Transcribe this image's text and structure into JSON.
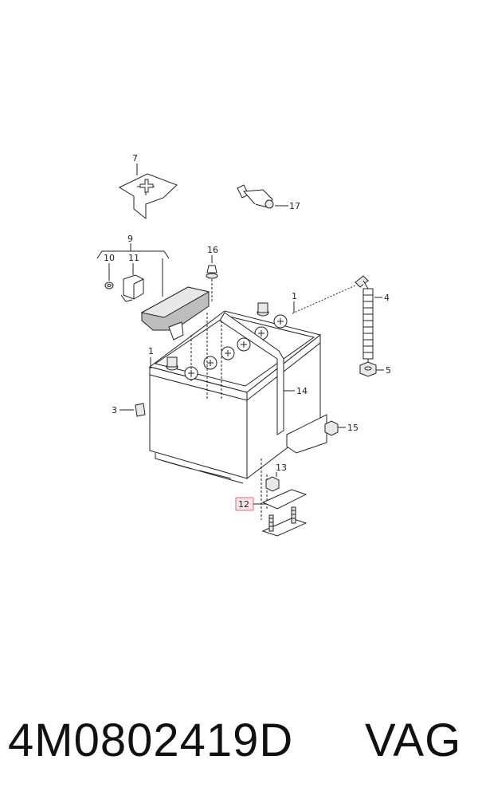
{
  "callouts": {
    "c1a": "1",
    "c1b": "1",
    "c3": "3",
    "c4": "4",
    "c5": "5",
    "c7": "7",
    "c9": "9",
    "c10": "10",
    "c11": "11",
    "c12": "12",
    "c13": "13",
    "c14": "14",
    "c15": "15",
    "c16": "16",
    "c17": "17"
  },
  "highlighted_callout": "12",
  "highlight_color": "#d9708a",
  "footer": {
    "part_number": "4M0802419D",
    "brand": "VAG"
  }
}
